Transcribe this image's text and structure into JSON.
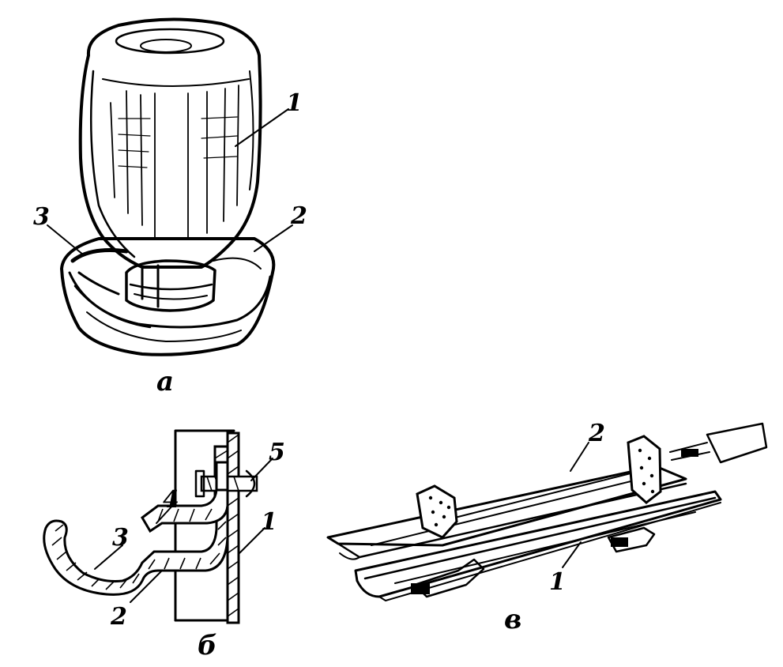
{
  "figure_a": {
    "caption": "а",
    "labels": {
      "jar": "1",
      "tray": "2",
      "rim": "3"
    }
  },
  "figure_b": {
    "caption": "б",
    "labels": {
      "bracket": "1",
      "arm": "2",
      "hook": "3",
      "bend": "4",
      "bolt": "5"
    }
  },
  "figure_v": {
    "caption": "в",
    "labels": {
      "lower_trough": "1",
      "upper_trough": "2"
    }
  }
}
